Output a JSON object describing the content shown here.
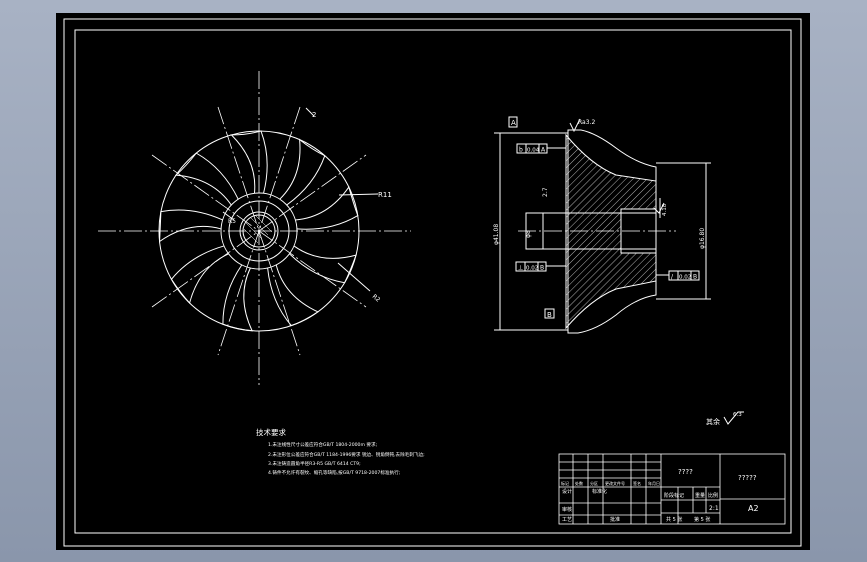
{
  "sheet": {
    "title_block": {
      "drawing_name": "????",
      "org_name": "?????",
      "scale": "2:1",
      "sheet_size": "A2",
      "sheet_count": "共  5 张",
      "sheet_index": "第  5 张",
      "row_labels": [
        "标记",
        "处数",
        "分区",
        "更改文件号",
        "签名",
        "年月日"
      ],
      "design_label": "设计",
      "standard_label": "标准化",
      "stage_label": "阶段标记",
      "weight_label": "重量",
      "scale_label": "比例",
      "check_label": "审核",
      "process_label": "工艺",
      "approve_label": "批准"
    },
    "notes": {
      "heading": "技术要求",
      "lines": [
        "1.未注线性尺寸公差应符合GB/T 1804-2000m  要求;",
        "2.未注形位公差应符合GB/T 1184-1996要求   锐边、锐角倒钝,去除毛刺飞边;",
        "3.未注铸造圆角半径R3-R5  GB/T 6414  CT9;",
        "4.铸件不允许有裂纹、缩孔等缺陷,按GB/T 9718-2007标准执行;"
      ]
    },
    "front_view_labels": {
      "hub_radius": "R5",
      "outer_radius": "R11",
      "blade_angle": "R2",
      "leader": "2"
    },
    "section_view_labels": {
      "datum_a": "A",
      "datum_b": "B",
      "roughness": "Ra3.2",
      "dia_outer": "φ41.08",
      "dia_bore": "φ8",
      "dia_right": "φ16.80",
      "ref_height": "2.7",
      "ref_width": "4.18",
      "tol_top": [
        "b",
        "0.04",
        "A"
      ],
      "tol_mid": [
        "⊥",
        "0.02",
        "B"
      ],
      "tol_right": [
        "/",
        "0.02",
        "B"
      ]
    },
    "surface_finish_note": "其余",
    "surface_finish_value": "6.3"
  }
}
